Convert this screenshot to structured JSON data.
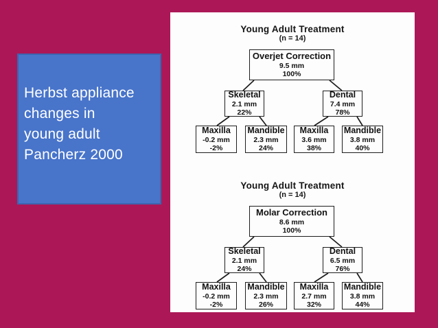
{
  "slide": {
    "background_color": "#AC1857",
    "accent_color": "#4874CA",
    "title_box": {
      "lines": [
        "Herbst appliance",
        "changes in",
        "young adult",
        "Pancherz 2000"
      ]
    }
  },
  "trees": [
    {
      "title": "Young Adult Treatment",
      "subtitle": "(n = 14)",
      "root": {
        "label": "Overjet Correction",
        "value": "9.5 mm",
        "percent": "100%"
      },
      "children": [
        {
          "label": "Skeletal",
          "value": "2.1 mm",
          "percent": "22%"
        },
        {
          "label": "Dental",
          "value": "7.4 mm",
          "percent": "78%"
        }
      ],
      "leaves": [
        {
          "label": "Maxilla",
          "value": "-0.2 mm",
          "percent": "-2%"
        },
        {
          "label": "Mandible",
          "value": "2.3 mm",
          "percent": "24%"
        },
        {
          "label": "Maxilla",
          "value": "3.6 mm",
          "percent": "38%"
        },
        {
          "label": "Mandible",
          "value": "3.8 mm",
          "percent": "40%"
        }
      ]
    },
    {
      "title": "Young Adult Treatment",
      "subtitle": "(n = 14)",
      "root": {
        "label": "Molar Correction",
        "value": "8.6 mm",
        "percent": "100%"
      },
      "children": [
        {
          "label": "Skeletal",
          "value": "2.1 mm",
          "percent": "24%"
        },
        {
          "label": "Dental",
          "value": "6.5 mm",
          "percent": "76%"
        }
      ],
      "leaves": [
        {
          "label": "Maxilla",
          "value": "-0.2 mm",
          "percent": "-2%"
        },
        {
          "label": "Mandible",
          "value": "2.3 mm",
          "percent": "26%"
        },
        {
          "label": "Maxilla",
          "value": "2.7 mm",
          "percent": "32%"
        },
        {
          "label": "Mandible",
          "value": "3.8 mm",
          "percent": "44%"
        }
      ]
    }
  ]
}
